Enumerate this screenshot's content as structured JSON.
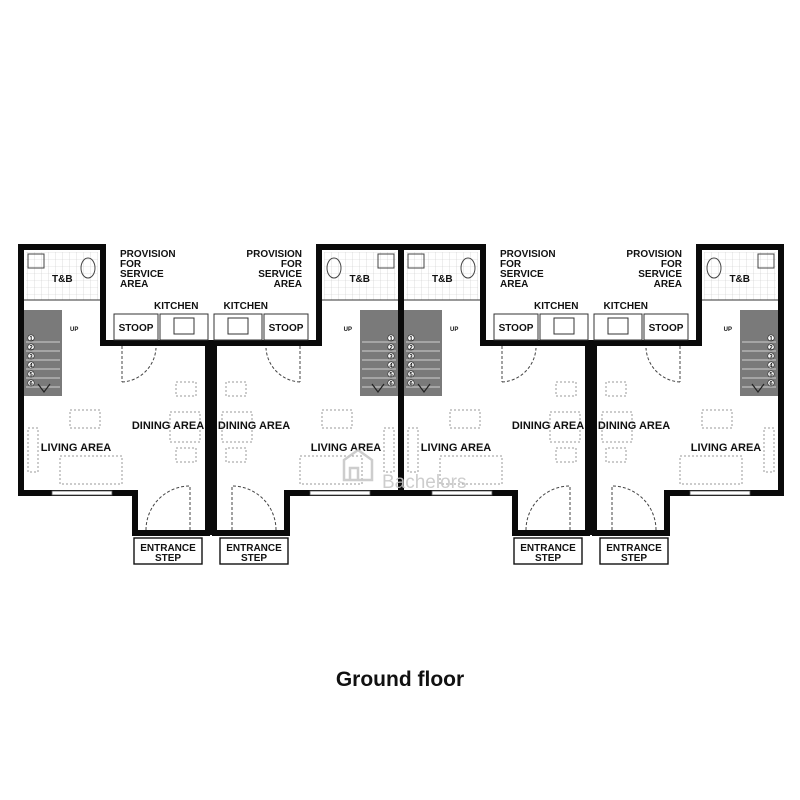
{
  "drawing": {
    "labels": {
      "tb": "T&B",
      "provision_1": "PROVISION",
      "provision_2": "FOR",
      "provision_3": "SERVICE",
      "provision_4": "AREA",
      "kitchen": "KITCHEN",
      "stoop": "STOOP",
      "dining": "DINING AREA",
      "living": "LIVING AREA",
      "entrance_1": "ENTRANCE",
      "entrance_2": "STEP",
      "up": "UP"
    },
    "stair_steps": [
      "1",
      "2",
      "3",
      "4",
      "5",
      "6"
    ],
    "units": [
      {
        "name": "unit-1",
        "mirrored": false
      },
      {
        "name": "unit-2",
        "mirrored": true
      },
      {
        "name": "unit-3",
        "mirrored": false
      },
      {
        "name": "unit-4",
        "mirrored": true
      }
    ],
    "watermark": "Bachelors",
    "colors": {
      "wall": "#0a0a0a",
      "stair_fill": "#7a7a7a",
      "furniture": "#9a9a9a",
      "watermark": "#c8c8c8"
    }
  },
  "caption": "Ground floor"
}
